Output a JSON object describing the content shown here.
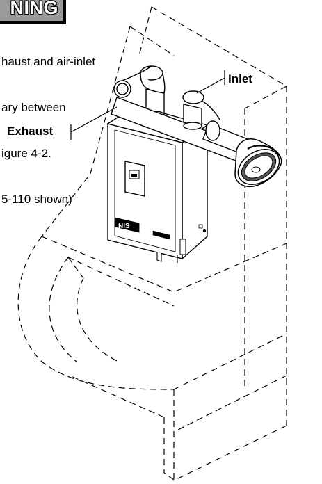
{
  "warning": {
    "banner_text": "NING",
    "lines": [
      "haust and air-inlet",
      "ary between",
      "igure 4-2.",
      "5-110 shown)"
    ]
  },
  "callouts": {
    "inlet": "Inlet",
    "exhaust": "Exhaust"
  },
  "colors": {
    "banner_fill": "#9a9a9a",
    "line": "#000000"
  },
  "icons": {
    "boiler": "boiler-unit",
    "vent_cap": "concentric-vent-cap",
    "enclosure": "dashed-enclosure"
  }
}
